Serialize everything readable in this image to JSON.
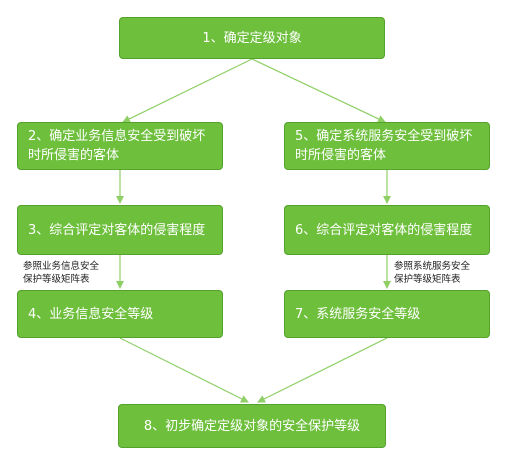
{
  "colors": {
    "box_fill": "#6dbf3c",
    "box_border": "#54a22b",
    "box_text": "#ffffff",
    "connector": "#8fcf66",
    "note_text": "#222222"
  },
  "nodes": {
    "n1": "1、确定定级对象",
    "n2": "2、确定业务信息安全受到破坏时所侵害的客体",
    "n3": "3、综合评定对客体的侵害程度",
    "n4": "4、业务信息安全等级",
    "n5": "5、确定系统服务安全受到破坏时所侵害的客体",
    "n6": "6、综合评定对客体的侵害程度",
    "n7": "7、系统服务安全等级",
    "n8": "8、初步确定定级对象的安全保护等级"
  },
  "notes": {
    "left": {
      "line1": "参照业务信息安全",
      "line2": "保护等级矩阵表"
    },
    "right": {
      "line1": "参照系统服务安全",
      "line2": "保护等级矩阵表"
    }
  }
}
